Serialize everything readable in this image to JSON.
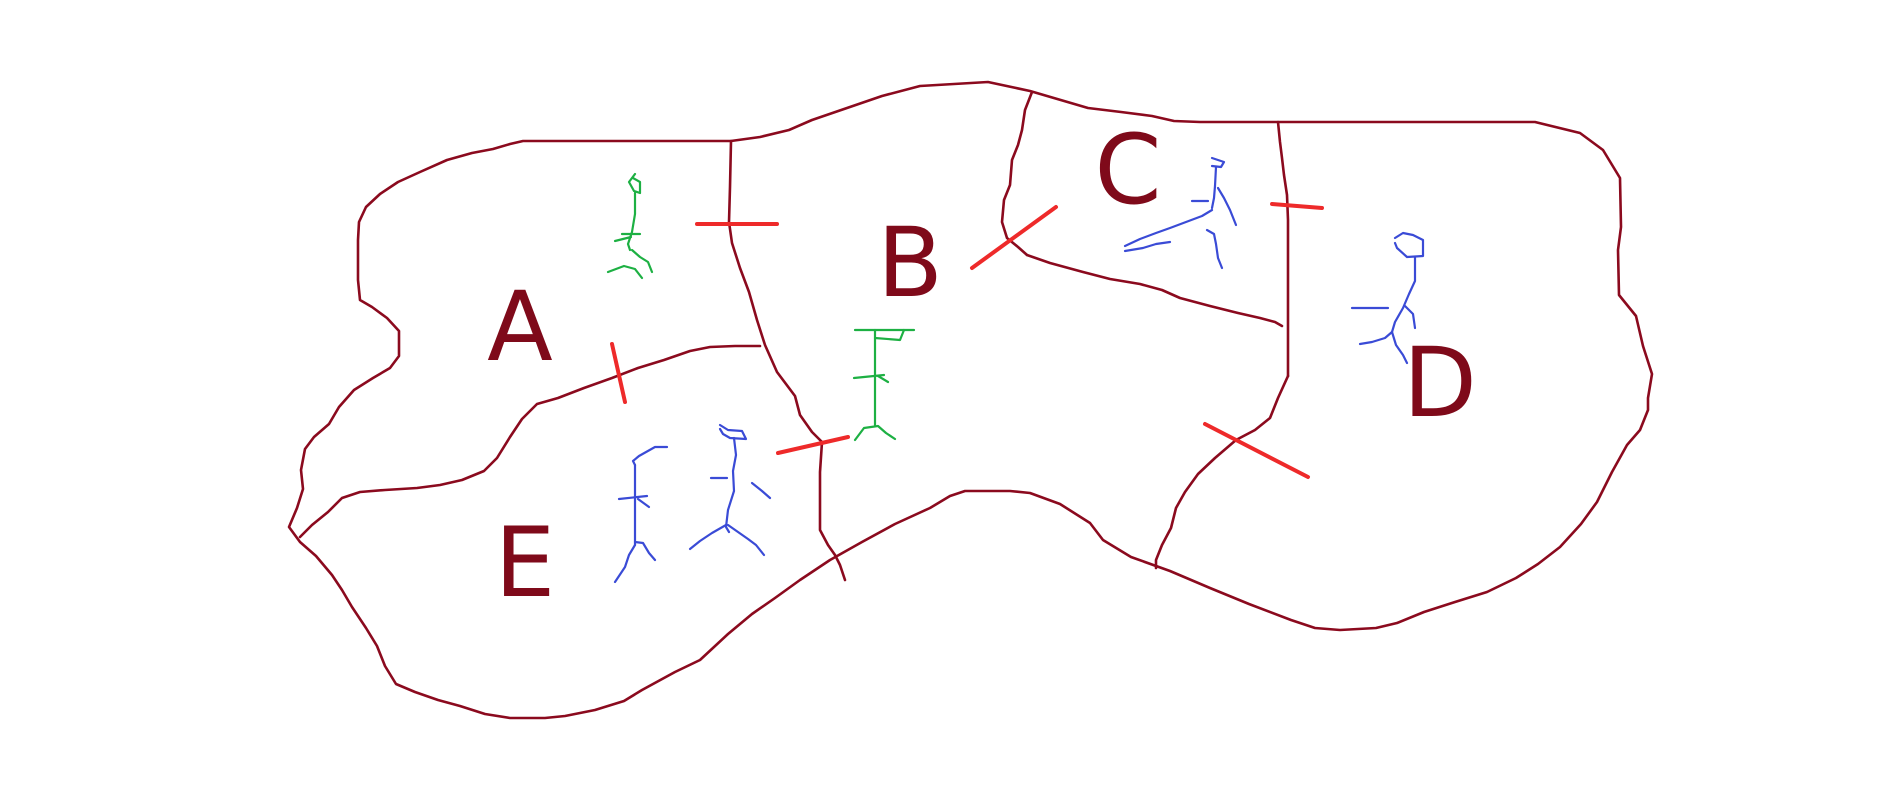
{
  "diagram": {
    "colors": {
      "border": "#8B0A1E",
      "label": "#7F0A1A",
      "bridge": "#EE2A2A",
      "figure_green": "#1DB043",
      "figure_blue": "#3A4BD6"
    },
    "regions": [
      {
        "id": "A",
        "label": "A",
        "figures": [
          "green"
        ]
      },
      {
        "id": "B",
        "label": "B",
        "figures": [
          "green"
        ]
      },
      {
        "id": "C",
        "label": "C",
        "figures": [
          "blue"
        ]
      },
      {
        "id": "D",
        "label": "D",
        "figures": [
          "blue"
        ]
      },
      {
        "id": "E",
        "label": "E",
        "figures": [
          "blue",
          "blue"
        ]
      }
    ],
    "bridges": 6,
    "icons": {
      "person": "stick-figure-icon"
    }
  }
}
